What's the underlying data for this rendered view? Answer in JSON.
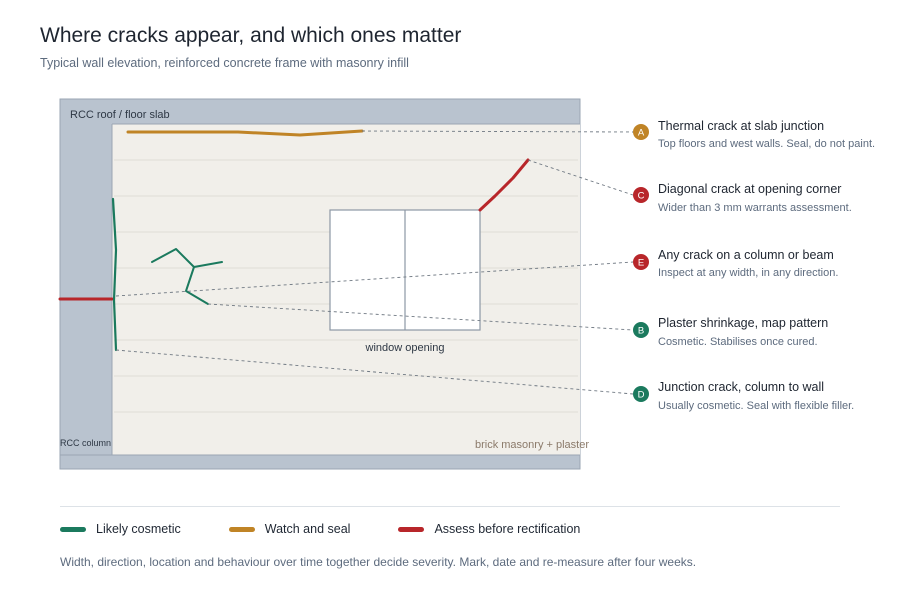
{
  "title": "Where cracks appear, and which ones matter",
  "subtitle": "Typical wall elevation, reinforced concrete frame with masonry infill",
  "colors": {
    "cosmetic": "#1b7a5e",
    "watch": "#c08426",
    "assess": "#b8262a",
    "frame": "#b9c3cf",
    "frame_stroke": "#9aa6b3",
    "infill": "#f1efea",
    "course": "#e0ddd5"
  },
  "elevation": {
    "slab_label": "RCC roof / floor slab",
    "column_label": "RCC column",
    "infill_label": "brick masonry + plaster",
    "window_label": "window opening"
  },
  "callouts": [
    {
      "letter": "A",
      "severity": "watch",
      "title": "Thermal crack at slab junction",
      "note": "Top floors and west walls. Seal, do not paint."
    },
    {
      "letter": "C",
      "severity": "assess",
      "title": "Diagonal crack at opening corner",
      "note": "Wider than 3 mm warrants assessment."
    },
    {
      "letter": "E",
      "severity": "assess",
      "title": "Any crack on a column or beam",
      "note": "Inspect at any width, in any direction."
    },
    {
      "letter": "B",
      "severity": "cosmetic",
      "title": "Plaster shrinkage, map pattern",
      "note": "Cosmetic. Stabilises once cured."
    },
    {
      "letter": "D",
      "severity": "cosmetic",
      "title": "Junction crack, column to wall",
      "note": "Usually cosmetic. Seal with flexible filler."
    }
  ],
  "legend": [
    {
      "key": "cosmetic",
      "label": "Likely cosmetic"
    },
    {
      "key": "watch",
      "label": "Watch and seal"
    },
    {
      "key": "assess",
      "label": "Assess before rectification"
    }
  ],
  "footnote": "Width, direction, location and behaviour over time together decide severity. Mark, date and re-measure after four weeks."
}
